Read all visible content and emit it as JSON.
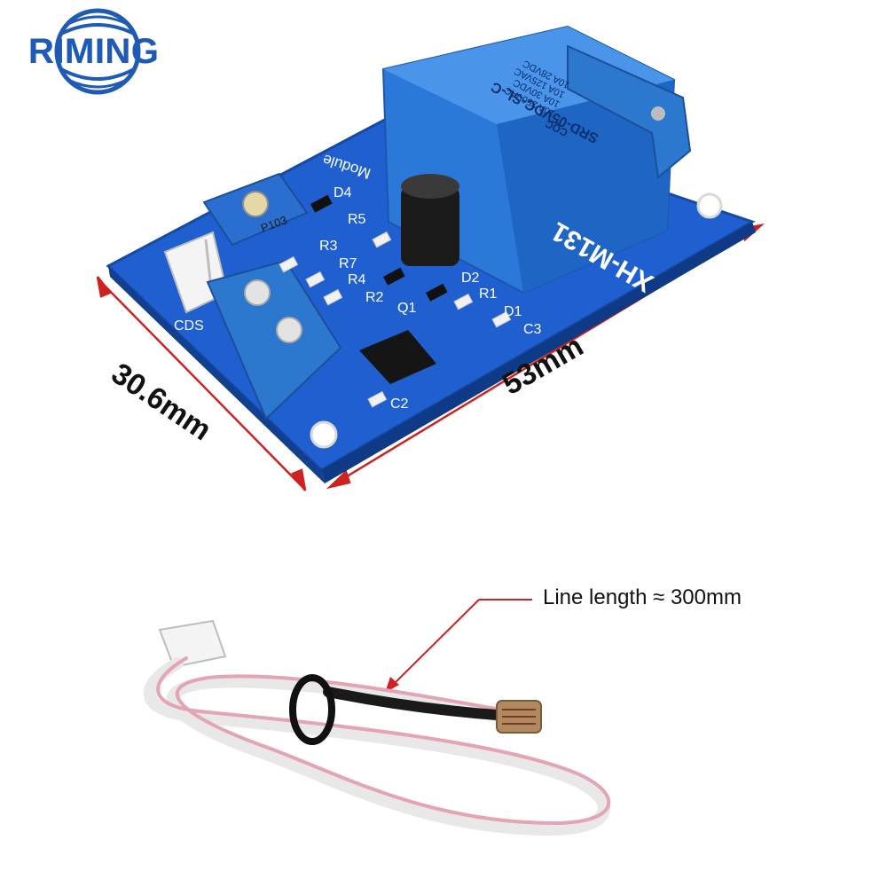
{
  "brand": {
    "name": "RIMING"
  },
  "dimensions": {
    "width_label": "53mm",
    "height_label": "30.6mm"
  },
  "board": {
    "model": "XH-M131",
    "module_text": "Module",
    "potentiometer": "P103",
    "relay": {
      "model": "SRD-05VDC-SL-C",
      "ratings": [
        "10A 250VAC",
        "10A 30VDC",
        "10A 125VAC",
        "10A 28VDC"
      ],
      "cert": "CQC"
    },
    "silkscreen": [
      "D4",
      "R5",
      "R3",
      "R7",
      "R2",
      "R1",
      "R4",
      "Q1",
      "D2",
      "D1",
      "C3",
      "C2",
      "CDS"
    ],
    "colors": {
      "pcb": "#1f5fcf",
      "relay": "#2a78d8",
      "terminal": "#2c78cf"
    }
  },
  "sensor": {
    "callout": "Line length ≈ 300mm"
  },
  "colors": {
    "brand": "#1f5bb5",
    "dimension_line": "#cc2222"
  }
}
